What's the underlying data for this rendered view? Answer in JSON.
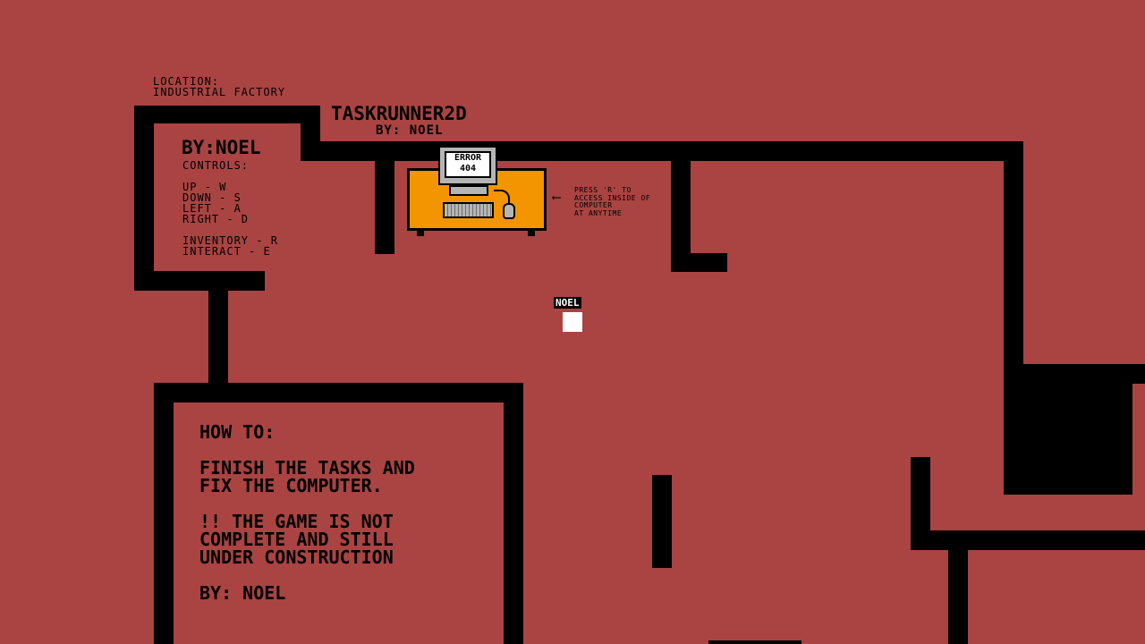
{
  "location": {
    "label": "LOCATION:",
    "value": "INDUSTRIAL FACTORY"
  },
  "title": {
    "name": "TASKRUNNER2D",
    "byline": "BY: NOEL"
  },
  "controls_panel": {
    "author": "BY:NOEL",
    "heading": "CONTROLS:",
    "movement": [
      "UP - W",
      "DOWN - S",
      "LEFT - A",
      "RIGHT - D"
    ],
    "actions": [
      "INVENTORY - R",
      "INTERACT - E"
    ]
  },
  "computer": {
    "screen_line1": "ERROR",
    "screen_line2": "404"
  },
  "hint": {
    "arrow": "⟵",
    "text": "PRESS 'R' TO\nACCESS INSIDE OF\nCOMPUTER\nAT ANYTIME"
  },
  "player": {
    "name": "NOEL"
  },
  "howto_panel": {
    "heading": "HOW TO:",
    "para1": "FINISH THE TASKS AND\nFIX THE COMPUTER.",
    "para2": "!! THE GAME IS NOT\nCOMPLETE AND STILL\nUNDER CONSTRUCTION",
    "author": "BY: NOEL"
  },
  "colors": {
    "floor": "#a94442",
    "wall": "#000000",
    "desk": "#f29500",
    "player": "#ffffff"
  }
}
